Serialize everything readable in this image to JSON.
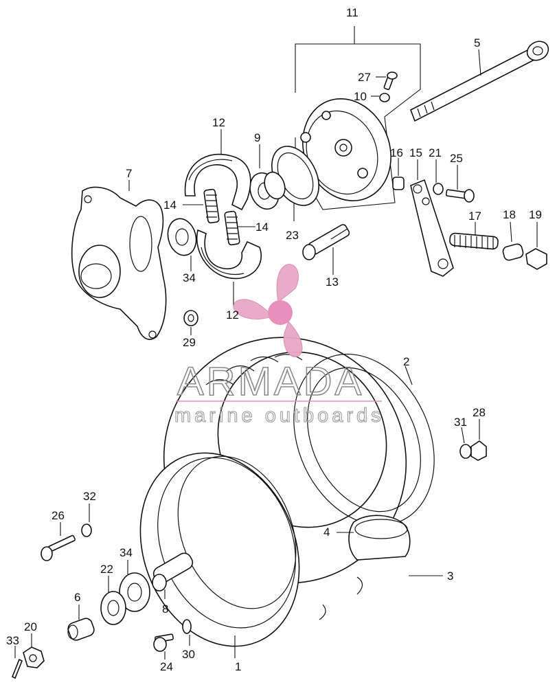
{
  "diagram": {
    "callouts": [
      {
        "id": "1",
        "text": "1"
      },
      {
        "id": "2",
        "text": "2"
      },
      {
        "id": "3",
        "text": "3"
      },
      {
        "id": "4",
        "text": "4"
      },
      {
        "id": "5",
        "text": "5"
      },
      {
        "id": "6",
        "text": "6"
      },
      {
        "id": "7",
        "text": "7"
      },
      {
        "id": "8",
        "text": "8"
      },
      {
        "id": "9",
        "text": "9"
      },
      {
        "id": "10",
        "text": "10"
      },
      {
        "id": "11",
        "text": "11"
      },
      {
        "id": "12a",
        "text": "12"
      },
      {
        "id": "12b",
        "text": "12"
      },
      {
        "id": "13",
        "text": "13"
      },
      {
        "id": "14a",
        "text": "14"
      },
      {
        "id": "14b",
        "text": "14"
      },
      {
        "id": "15",
        "text": "15"
      },
      {
        "id": "16",
        "text": "16"
      },
      {
        "id": "17",
        "text": "17"
      },
      {
        "id": "18",
        "text": "18"
      },
      {
        "id": "19",
        "text": "19"
      },
      {
        "id": "20",
        "text": "20"
      },
      {
        "id": "21",
        "text": "21"
      },
      {
        "id": "22",
        "text": "22"
      },
      {
        "id": "23",
        "text": "23"
      },
      {
        "id": "24",
        "text": "24"
      },
      {
        "id": "25",
        "text": "25"
      },
      {
        "id": "26",
        "text": "26"
      },
      {
        "id": "27",
        "text": "27"
      },
      {
        "id": "28",
        "text": "28"
      },
      {
        "id": "29",
        "text": "29"
      },
      {
        "id": "30",
        "text": "30"
      },
      {
        "id": "31",
        "text": "31"
      },
      {
        "id": "32",
        "text": "32"
      },
      {
        "id": "33",
        "text": "33"
      },
      {
        "id": "34a",
        "text": "34"
      },
      {
        "id": "34b",
        "text": "34"
      }
    ]
  },
  "watermark": {
    "title": "ARMADA",
    "subtitle": "marine outboards",
    "colors": {
      "logo": "#e7a8c8",
      "logo_center": "#e58bb8",
      "text": "#8a8a8a"
    }
  }
}
